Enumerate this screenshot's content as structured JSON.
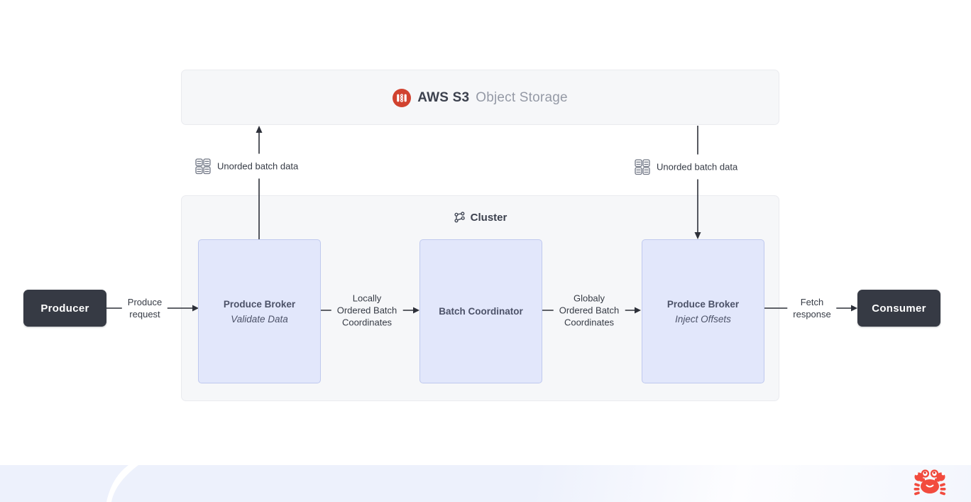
{
  "storage": {
    "brand": "AWS S3",
    "name": "Object Storage"
  },
  "cluster": {
    "title": "Cluster",
    "nodes": [
      {
        "title": "Produce Broker",
        "subtitle": "Validate Data"
      },
      {
        "title": "Batch Coordinator",
        "subtitle": ""
      },
      {
        "title": "Produce Broker",
        "subtitle": "Inject Offsets"
      }
    ]
  },
  "actors": {
    "producer": "Producer",
    "consumer": "Consumer"
  },
  "edges": {
    "produce_request": "Produce\nrequest",
    "unordered_left": "Unorded batch data",
    "unordered_right": "Unorded batch data",
    "locally_ordered": "Locally\nOrdered Batch\nCoordinates",
    "globally_ordered": "Globaly\nOrdered Batch\nCoordinates",
    "fetch_response": "Fetch\nresponse"
  },
  "icons": {
    "storage": "s3-bucket-icon",
    "cluster": "cluster-graph-icon",
    "batch_data": "database-grid-icon",
    "mascot": "crab-icon"
  },
  "colors": {
    "accent_red": "#d1422f",
    "panel_fill": "#f6f7f9",
    "panel_border": "#eaebef",
    "node_fill": "#e2e7fb",
    "node_border": "#bfc9ee",
    "dark_box": "#363a44",
    "arrow": "#2d3039",
    "footer_band": "#edf1fc",
    "crab_red": "#f24b3e"
  }
}
